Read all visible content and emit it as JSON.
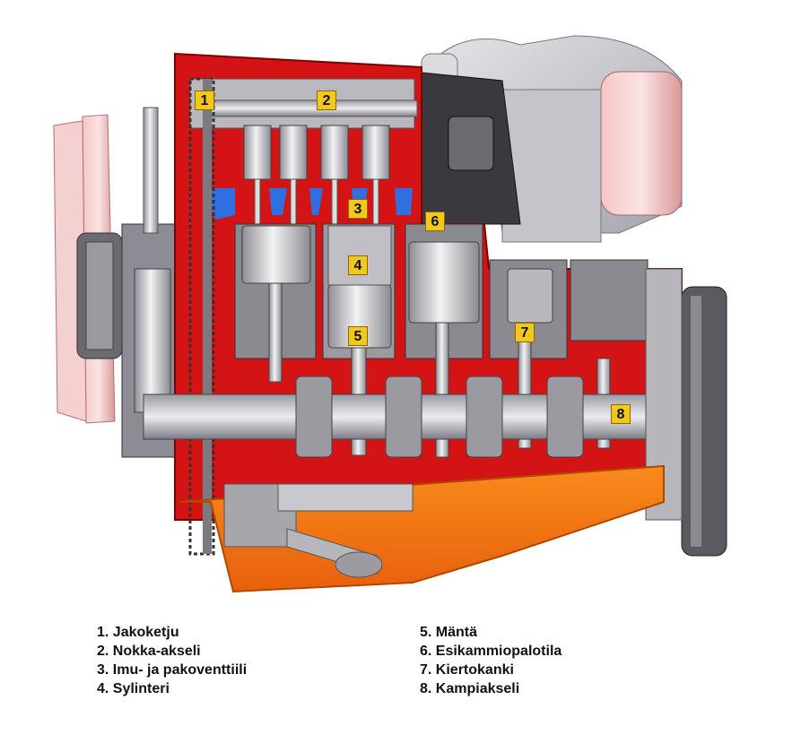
{
  "markers": [
    "1",
    "2",
    "3",
    "4",
    "5",
    "6",
    "7",
    "8"
  ],
  "legend_left": [
    "1. Jakoketju",
    "2. Nokka-akseli",
    "3. Imu- ja pakoventtiili",
    "4. Sylinteri"
  ],
  "legend_right": [
    "5. Mäntä",
    "6. Esikammiopalotila",
    "7. Kiertokanki",
    "8. Kampiakseli"
  ],
  "colors": {
    "block_red": "#d41414",
    "oil_orange": "#f47a14",
    "steel": "#b8b8be",
    "coolant_blue": "#2f6fe0",
    "marker_yellow": "#f2c81c"
  }
}
